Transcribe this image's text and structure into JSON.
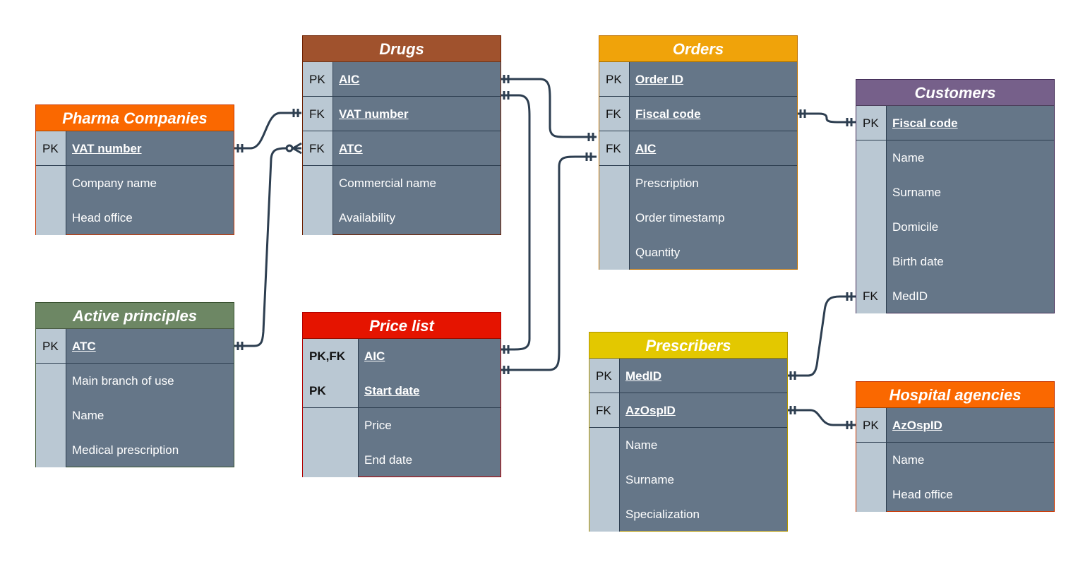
{
  "colors": {
    "line": "#2d3e50",
    "key_column": "#bac8d3",
    "row_background": "#657688"
  },
  "entities": {
    "pharma": {
      "title": "Pharma Companies",
      "header_color": "#fa6800",
      "border_color": "#c73500",
      "rows": [
        {
          "key": "PK",
          "field": "VAT number"
        },
        {
          "key": "",
          "field": "Company name"
        },
        {
          "key": "",
          "field": "Head office"
        }
      ]
    },
    "active": {
      "title": "Active principles",
      "header_color": "#6d8764",
      "border_color": "#3a5431",
      "rows": [
        {
          "key": "PK",
          "field": "ATC"
        },
        {
          "key": "",
          "field": "Main branch of use"
        },
        {
          "key": "",
          "field": "Name"
        },
        {
          "key": "",
          "field": "Medical prescription"
        }
      ]
    },
    "drugs": {
      "title": "Drugs",
      "header_color": "#a0522d",
      "border_color": "#6d1f00",
      "rows": [
        {
          "key": "PK",
          "field": "AIC"
        },
        {
          "key": "FK",
          "field": "VAT number"
        },
        {
          "key": "FK",
          "field": "ATC"
        },
        {
          "key": "",
          "field": "Commercial name"
        },
        {
          "key": "",
          "field": "Availability"
        }
      ]
    },
    "pricelist": {
      "title": "Price list",
      "header_color": "#e51400",
      "border_color": "#b20000",
      "rows": [
        {
          "key": "PK,FK",
          "field": "AIC"
        },
        {
          "key": "PK",
          "field": "Start date"
        },
        {
          "key": "",
          "field": "Price"
        },
        {
          "key": "",
          "field": "End date"
        }
      ]
    },
    "orders": {
      "title": "Orders",
      "header_color": "#f0a30a",
      "border_color": "#bd7000",
      "rows": [
        {
          "key": "PK",
          "field": "Order ID"
        },
        {
          "key": "FK",
          "field": "Fiscal code"
        },
        {
          "key": "FK",
          "field": "AIC"
        },
        {
          "key": "",
          "field": "Prescription"
        },
        {
          "key": "",
          "field": "Order timestamp"
        },
        {
          "key": "",
          "field": "Quantity"
        }
      ]
    },
    "prescribers": {
      "title": "Prescribers",
      "header_color": "#e3c800",
      "border_color": "#b09500",
      "rows": [
        {
          "key": "PK",
          "field": "MedID"
        },
        {
          "key": "FK",
          "field": "AzOspID"
        },
        {
          "key": "",
          "field": "Name"
        },
        {
          "key": "",
          "field": "Surname"
        },
        {
          "key": "",
          "field": "Specialization"
        }
      ]
    },
    "customers": {
      "title": "Customers",
      "header_color": "#76608a",
      "border_color": "#432d57",
      "rows": [
        {
          "key": "PK",
          "field": "Fiscal code"
        },
        {
          "key": "",
          "field": "Name"
        },
        {
          "key": "",
          "field": "Surname"
        },
        {
          "key": "",
          "field": "Domicile"
        },
        {
          "key": "",
          "field": "Birth date"
        },
        {
          "key": "FK",
          "field": "MedID"
        }
      ]
    },
    "hospital": {
      "title": "Hospital agencies",
      "header_color": "#fa6800",
      "border_color": "#c73500",
      "rows": [
        {
          "key": "PK",
          "field": "AzOspID"
        },
        {
          "key": "",
          "field": "Name"
        },
        {
          "key": "",
          "field": "Head office"
        }
      ]
    }
  }
}
